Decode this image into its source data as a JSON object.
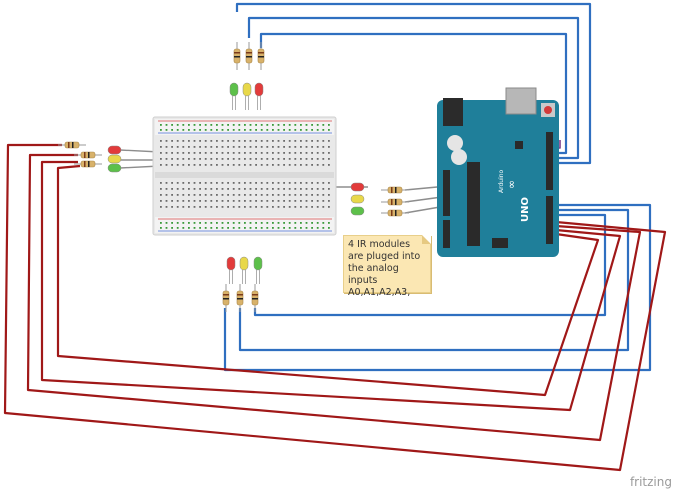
{
  "note": {
    "text": "4 IR modules are pluged into the analog inputs A0,A1,A2,A3,"
  },
  "brand": "fritzing",
  "board": {
    "name": "UNO",
    "subtitle": "Arduino"
  },
  "colors": {
    "wire_red": "#a01818",
    "wire_blue": "#2f6fc0",
    "board": "#1f7f9a",
    "led_red": "#e23b3b",
    "led_yellow": "#e8d84a",
    "led_green": "#5dc04a",
    "note_bg": "#fbe7b3"
  },
  "led_groups": [
    {
      "position": "top",
      "colors": [
        "green",
        "yellow",
        "red"
      ]
    },
    {
      "position": "left",
      "colors": [
        "red",
        "yellow",
        "green"
      ]
    },
    {
      "position": "right",
      "colors": [
        "red",
        "yellow",
        "green"
      ]
    },
    {
      "position": "bottom",
      "colors": [
        "red",
        "yellow",
        "green"
      ]
    }
  ]
}
